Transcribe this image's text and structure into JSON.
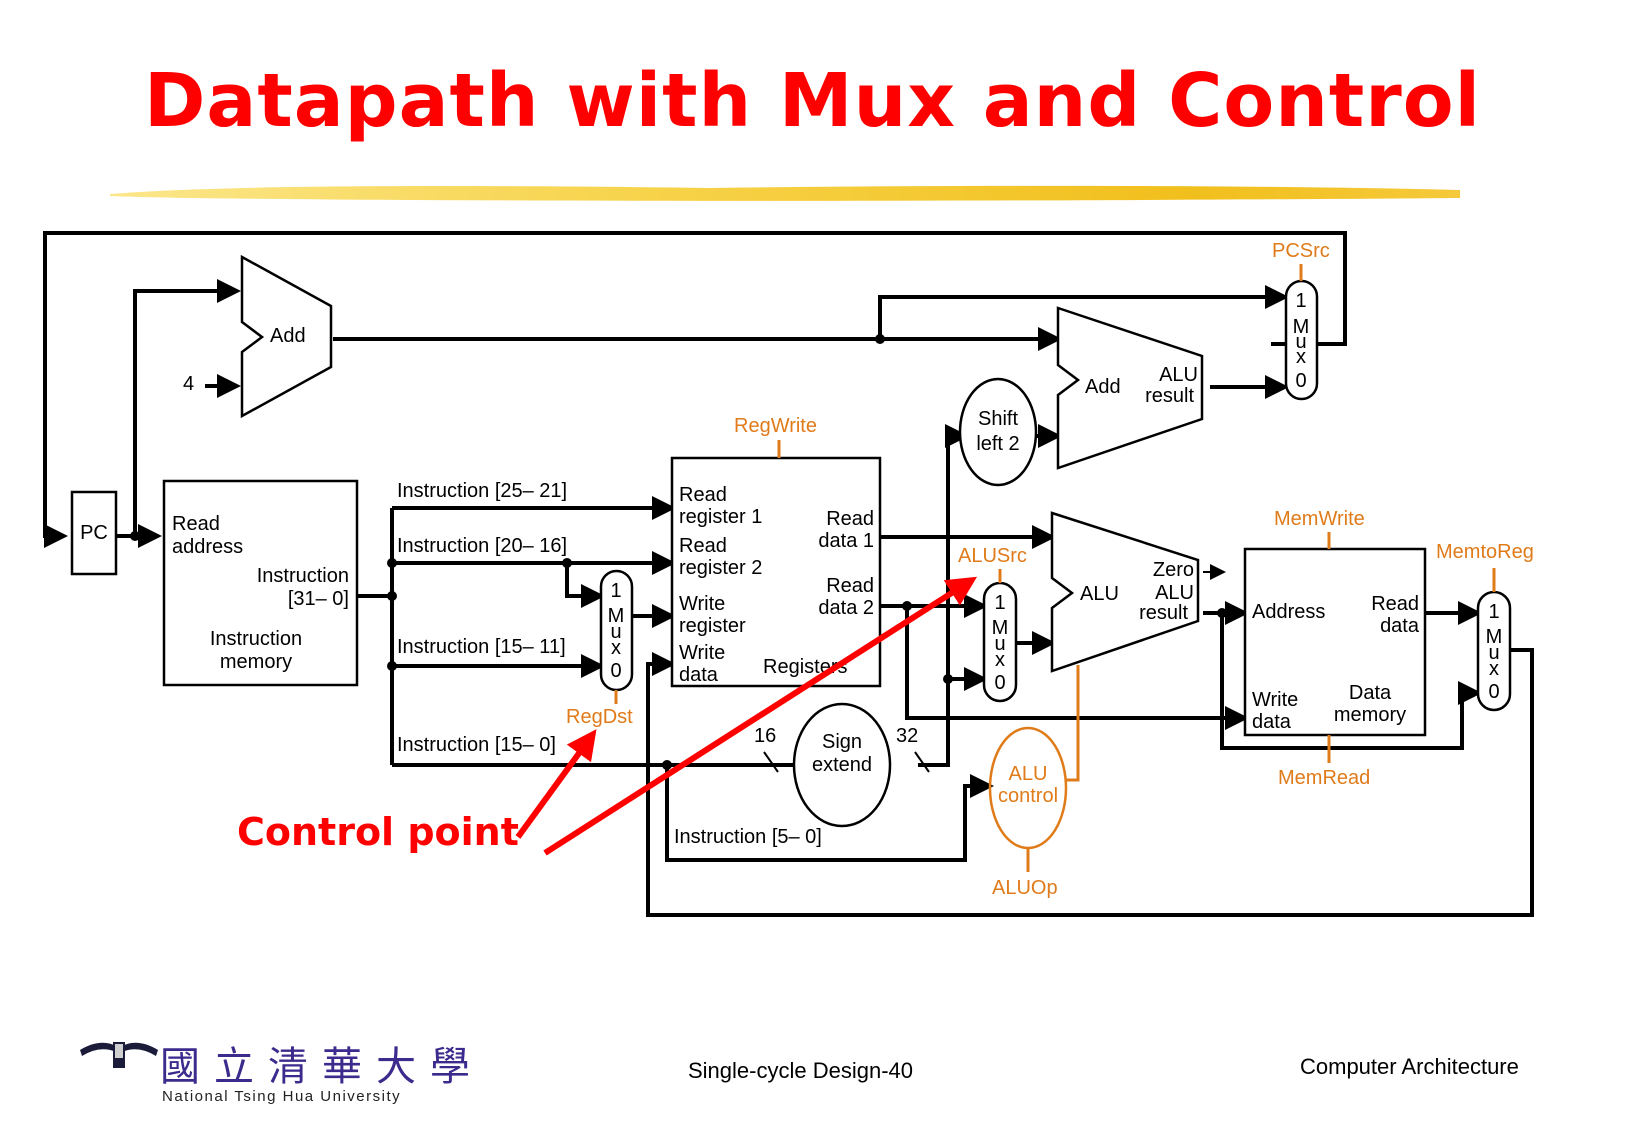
{
  "slide": {
    "title": "Datapath with Mux and Control",
    "annotation": "Control point",
    "footer_center": "Single-cycle Design-40",
    "footer_right": "Computer Architecture",
    "logo_zh": "國立清華大學",
    "logo_en": "National Tsing Hua University"
  },
  "colors": {
    "title": "#ff0000",
    "control_signal": "#e07b1a",
    "wire": "#000000",
    "underline": "#f5c518",
    "logo": "#3c2a8c"
  },
  "components": {
    "pc": "PC",
    "add_pc": "Add",
    "const_four": "4",
    "instr_mem": {
      "read_address": [
        "Read",
        "address"
      ],
      "instruction": [
        "Instruction",
        "[31– 0]"
      ],
      "name": [
        "Instruction",
        "memory"
      ]
    },
    "registers": {
      "read_reg1": [
        "Read",
        "register 1"
      ],
      "read_reg2": [
        "Read",
        "register 2"
      ],
      "write_reg": [
        "Write",
        "register"
      ],
      "write_data": [
        "Write",
        "data"
      ],
      "read_data1": [
        "Read",
        "data 1"
      ],
      "read_data2": [
        "Read",
        "data 2"
      ],
      "name": "Registers"
    },
    "shift_left": [
      "Shift",
      "left 2"
    ],
    "add_branch": {
      "name": "Add",
      "result": [
        "ALU",
        "result"
      ]
    },
    "alu": {
      "name": "ALU",
      "zero": "Zero",
      "result": [
        "ALU",
        "result"
      ]
    },
    "sign_extend": [
      "Sign",
      "extend"
    ],
    "alu_control": [
      "ALU",
      "control"
    ],
    "data_mem": {
      "address": "Address",
      "read_data": [
        "Read",
        "data"
      ],
      "write_data": [
        "Write",
        "data"
      ],
      "name": [
        "Data",
        "memory"
      ]
    },
    "mux_labels": [
      "1",
      "M",
      "u",
      "x",
      "0"
    ]
  },
  "instruction_fields": {
    "f25_21": "Instruction [25– 21]",
    "f20_16": "Instruction [20– 16]",
    "f15_11": "Instruction [15– 11]",
    "f15_0": "Instruction [15– 0]",
    "f5_0": "Instruction [5– 0]"
  },
  "bus_widths": {
    "in": "16",
    "out": "32"
  },
  "control_signals": {
    "pcsrc": "PCSrc",
    "regwrite": "RegWrite",
    "regdst": "RegDst",
    "alusrc": "ALUSrc",
    "memwrite": "MemWrite",
    "memread": "MemRead",
    "memtoreg": "MemtoReg",
    "aluop": "ALUOp"
  }
}
